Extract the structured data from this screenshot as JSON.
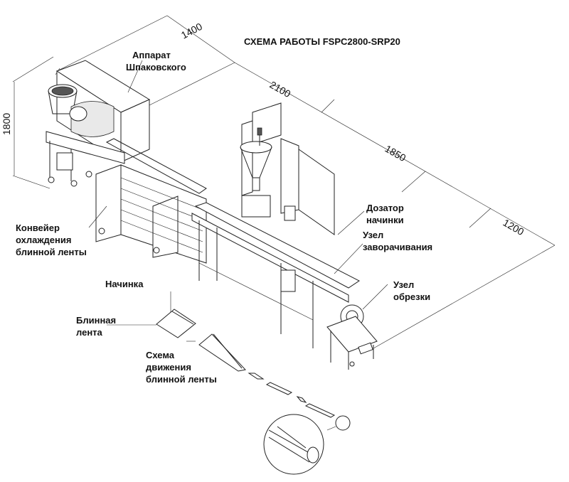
{
  "title": "СХЕМА  РАБОТЫ FSPC2800-SRP20",
  "dimensions": {
    "d1400": "1400",
    "d2100": "2100",
    "d1850": "1850",
    "d1200": "1200",
    "d1800": "1800"
  },
  "labels": {
    "shpakovsky": [
      "Аппарат",
      "Шпаковского"
    ],
    "cooling_conveyor": [
      "Конвейер",
      "охлаждения",
      "блинной ленты"
    ],
    "filling_doser": [
      "Дозатор",
      "начинки"
    ],
    "wrapping_unit": [
      "Узел",
      "заворачивания"
    ],
    "trimming_unit": [
      "Узел",
      "обрезки"
    ],
    "filling": [
      "Начинка"
    ],
    "pancake_strip": [
      "Блинная",
      "лента"
    ],
    "movement_scheme": [
      "Схема",
      "движения",
      "блинной ленты"
    ]
  }
}
